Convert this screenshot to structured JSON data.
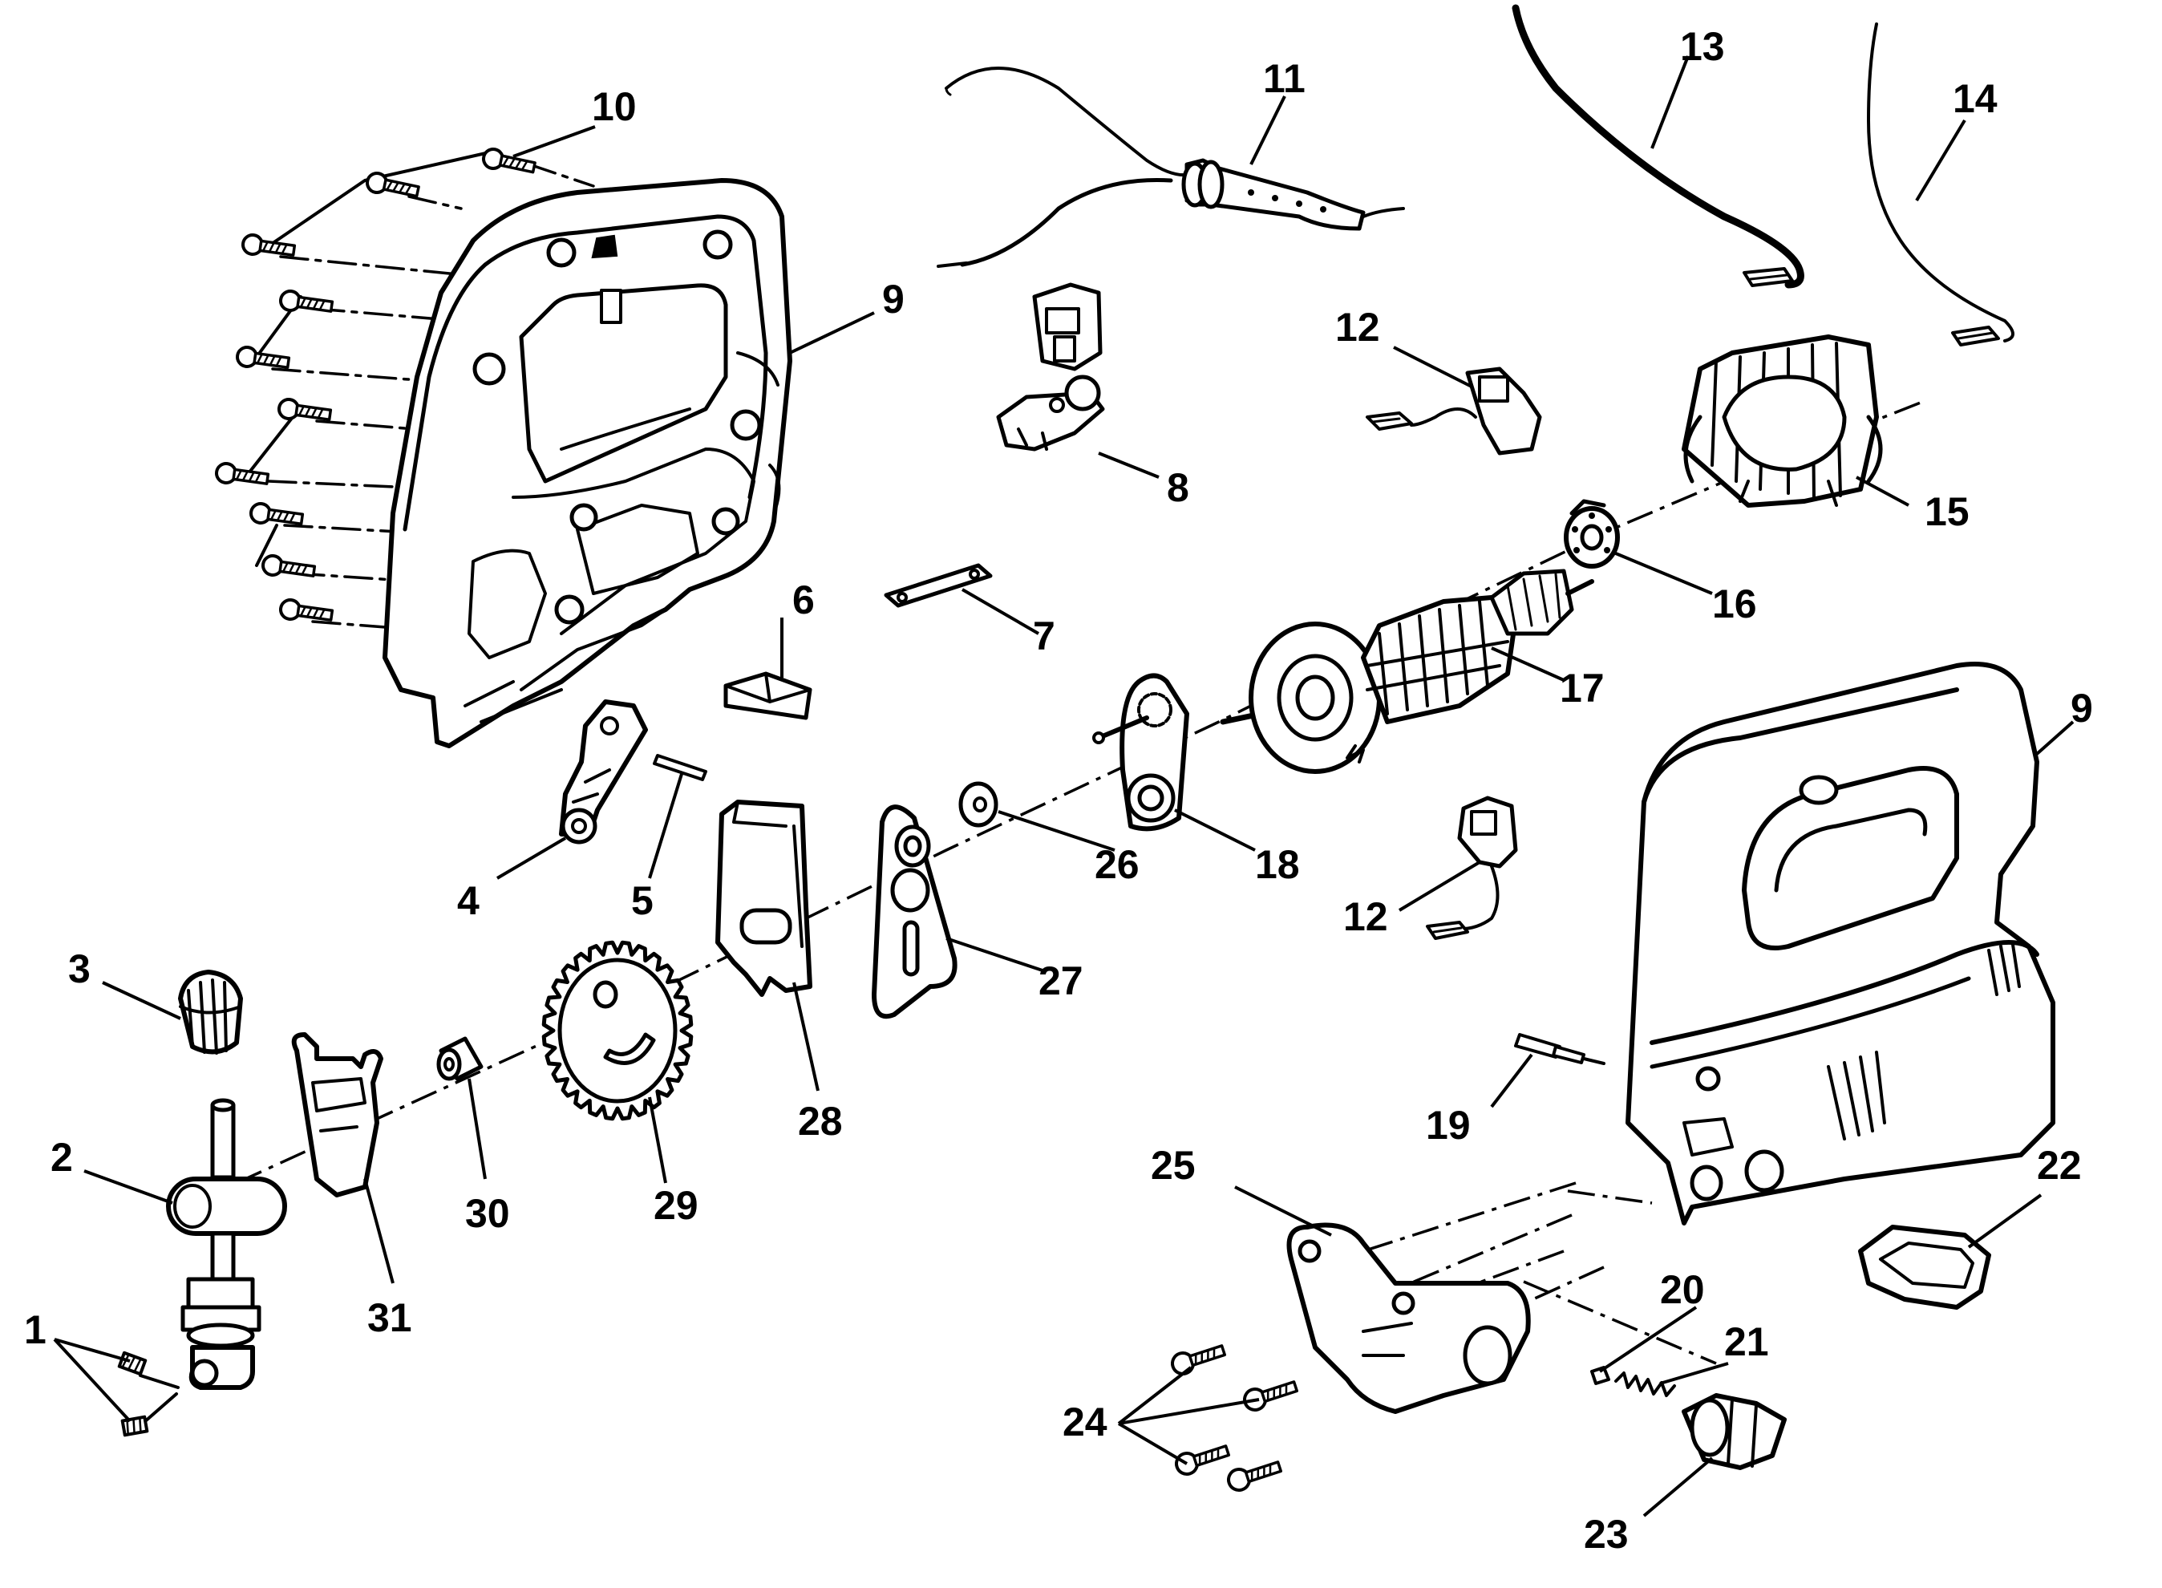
{
  "callouts": [
    {
      "key": "c1",
      "text": "1"
    },
    {
      "key": "c2",
      "text": "2"
    },
    {
      "key": "c3",
      "text": "3"
    },
    {
      "key": "c4",
      "text": "4"
    },
    {
      "key": "c5",
      "text": "5"
    },
    {
      "key": "c6",
      "text": "6"
    },
    {
      "key": "c7",
      "text": "7"
    },
    {
      "key": "c8",
      "text": "8"
    },
    {
      "key": "c9a",
      "text": "9"
    },
    {
      "key": "c9b",
      "text": "9"
    },
    {
      "key": "c10",
      "text": "10"
    },
    {
      "key": "c11",
      "text": "11"
    },
    {
      "key": "c12a",
      "text": "12"
    },
    {
      "key": "c12b",
      "text": "12"
    },
    {
      "key": "c13",
      "text": "13"
    },
    {
      "key": "c14",
      "text": "14"
    },
    {
      "key": "c15",
      "text": "15"
    },
    {
      "key": "c16",
      "text": "16"
    },
    {
      "key": "c17",
      "text": "17"
    },
    {
      "key": "c18",
      "text": "18"
    },
    {
      "key": "c19",
      "text": "19"
    },
    {
      "key": "c20",
      "text": "20"
    },
    {
      "key": "c21",
      "text": "21"
    },
    {
      "key": "c22",
      "text": "22"
    },
    {
      "key": "c23",
      "text": "23"
    },
    {
      "key": "c24",
      "text": "24"
    },
    {
      "key": "c25",
      "text": "25"
    },
    {
      "key": "c26",
      "text": "26"
    },
    {
      "key": "c27",
      "text": "27"
    },
    {
      "key": "c28",
      "text": "28"
    },
    {
      "key": "c29",
      "text": "29"
    },
    {
      "key": "c30",
      "text": "30"
    },
    {
      "key": "c31",
      "text": "31"
    }
  ]
}
